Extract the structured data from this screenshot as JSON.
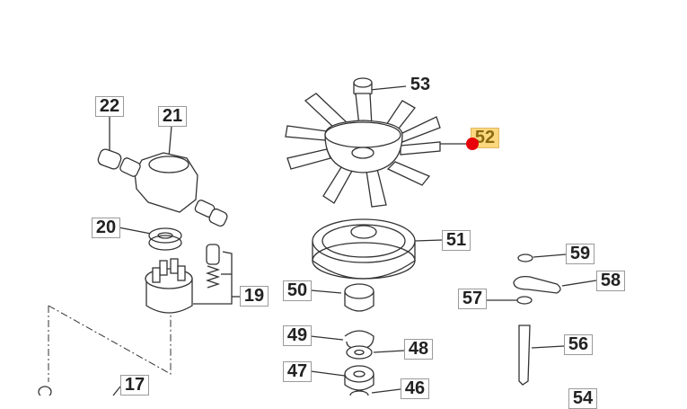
{
  "diagram": {
    "highlighted": "52",
    "highlight_color": "#fbd77e",
    "marker_color": "#e8000b",
    "labels": [
      "22",
      "21",
      "20",
      "19",
      "17",
      "53",
      "52",
      "51",
      "50",
      "49",
      "48",
      "47",
      "46",
      "59",
      "58",
      "57",
      "56",
      "54"
    ]
  }
}
